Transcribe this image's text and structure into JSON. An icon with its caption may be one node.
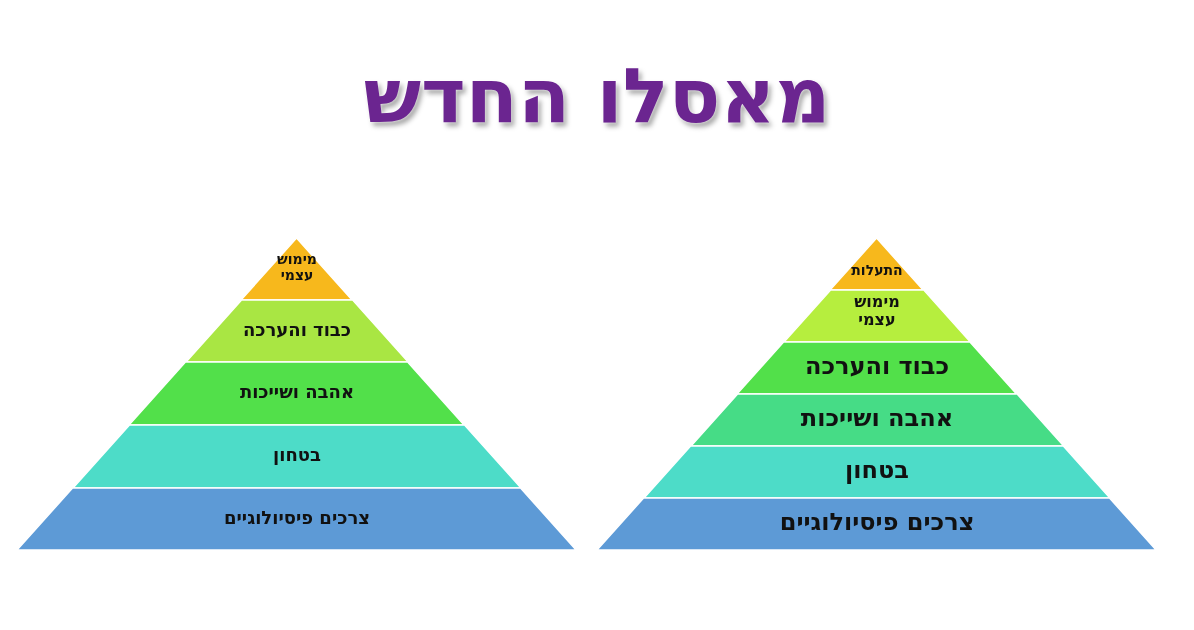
{
  "diagram": {
    "title": "מאסלו החדש",
    "nodes": [
      {
        "text": [
          "מימוש עצמי"
        ]
      },
      {
        "text": [
          "כבוד והערכה"
        ]
      },
      {
        "text": [
          "אהבה ושייכות"
        ]
      },
      {
        "text": [
          "בטחון"
        ]
      },
      {
        "text": [
          "צרכים פיסיולוגיים"
        ]
      },
      {
        "text": [
          "התעלות"
        ]
      },
      {
        "text": [
          "מימוש עצמי"
        ]
      },
      {
        "text": [
          "כבוד והערכה"
        ]
      },
      {
        "text": [
          "אהבה ושייכות"
        ]
      },
      {
        "text": [
          "בטחון"
        ]
      },
      {
        "text": [
          "צרכים פיסיולוגיים"
        ]
      }
    ]
  }
}
